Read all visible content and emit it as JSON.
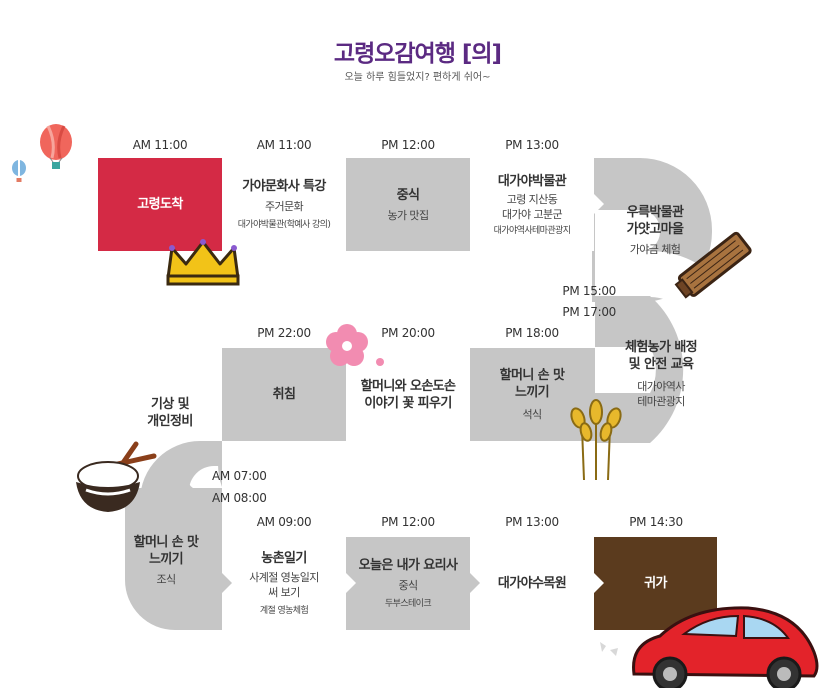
{
  "header": {
    "title": "고령오감여행 [의]",
    "subtitle": "오늘 하루 힘들었지? 편하게 쉬어~"
  },
  "colors": {
    "title": "#5b2a82",
    "track": "#c6c6c6",
    "start_box": "#d42a45",
    "end_box": "#5b3b1e"
  },
  "row1": {
    "times": [
      "AM 11:00",
      "AM 11:00",
      "PM 12:00",
      "PM 13:00"
    ],
    "cells": [
      {
        "title": "고령도착"
      },
      {
        "title": "가야문화사 특강",
        "sub": "주거문화",
        "note": "대가야박물관(학예사 강의)"
      },
      {
        "title": "중식",
        "sub": "농가 맛집"
      },
      {
        "title": "대가야박물관",
        "sub": "고령 지산동",
        "sub2": "대가야 고분군",
        "note": "대가야역사테마관광지"
      }
    ]
  },
  "curve1": {
    "title": "우륵박물관",
    "title2": "가얏고마을",
    "sub": "가야금 체험"
  },
  "turn1": {
    "time1": "PM 15:00",
    "time2": "PM 17:00"
  },
  "curve2": {
    "title": "체험농가 배정",
    "title2": "및 안전 교육",
    "sub": "대가야역사",
    "sub2": "테마관광지"
  },
  "row2": {
    "times": [
      "PM 22:00",
      "PM 20:00",
      "PM 18:00"
    ],
    "cells": [
      {
        "title": "기상 및",
        "title2": "개인정비"
      },
      {
        "title": "취침"
      },
      {
        "title": "할머니와 오손도손",
        "title2": "이야기 꽃 피우기"
      },
      {
        "title": "할머니 손 맛",
        "title2": "느끼기",
        "sub": "석식"
      }
    ]
  },
  "turn2": {
    "time1": "AM 07:00",
    "time2": "AM 08:00"
  },
  "row3": {
    "times": [
      "AM 09:00",
      "PM 12:00",
      "PM 13:00",
      "PM 14:30"
    ],
    "cells": [
      {
        "title": "할머니 손 맛",
        "title2": "느끼기",
        "sub": "조식"
      },
      {
        "title": "농촌일기",
        "sub": "사계절 영농일지",
        "sub2": "써 보기",
        "note": "계절 영농체험"
      },
      {
        "title": "오늘은 내가 요리사",
        "sub": "중식",
        "note": "두부스테이크"
      },
      {
        "title": "대가야수목원"
      },
      {
        "title": "귀가"
      }
    ]
  },
  "icons": [
    "hot-air-balloon-icon",
    "crown-icon",
    "gayageum-icon",
    "flower-icon",
    "rice-bowl-icon",
    "wheat-icon",
    "red-car-icon"
  ]
}
